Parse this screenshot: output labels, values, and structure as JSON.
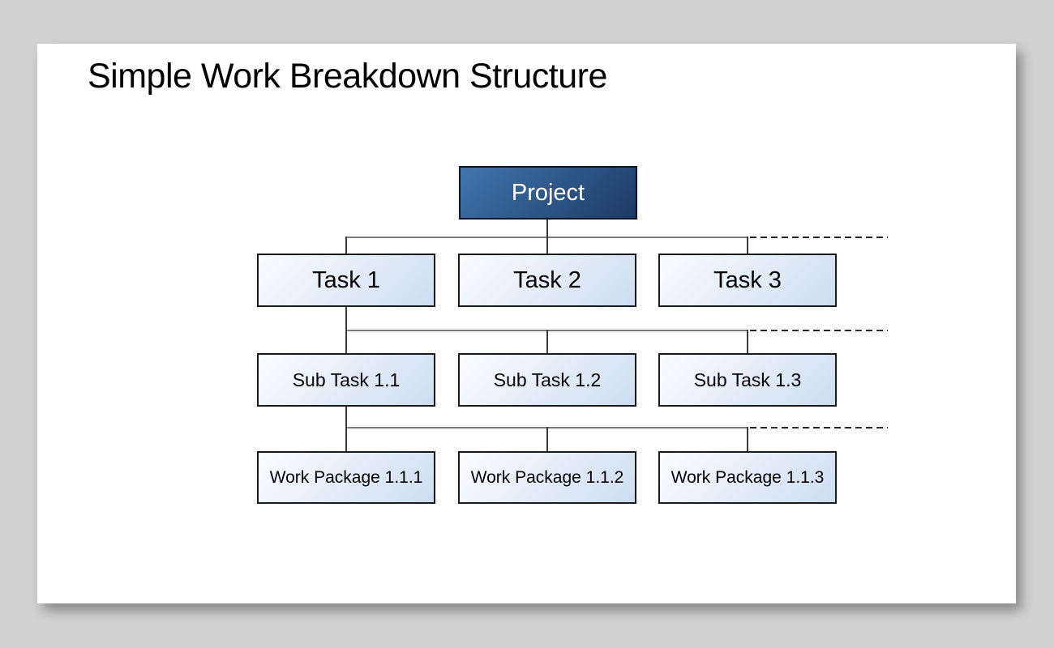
{
  "title": "Simple Work Breakdown Structure",
  "tree": {
    "root": {
      "label": "Project"
    },
    "level1": [
      {
        "label": "Task 1"
      },
      {
        "label": "Task 2"
      },
      {
        "label": "Task 3"
      }
    ],
    "level2": [
      {
        "label": "Sub Task 1.1"
      },
      {
        "label": "Sub Task 1.2"
      },
      {
        "label": "Sub Task 1.3"
      }
    ],
    "level3": [
      {
        "label": "Work Package 1.1.1"
      },
      {
        "label": "Work Package 1.1.2"
      },
      {
        "label": "Work Package 1.1.3"
      }
    ]
  },
  "colors": {
    "page_bg": "#d2d2d2",
    "slide_bg": "#ffffff",
    "title_text": "#000000",
    "project_grad_start": "#4076ad",
    "project_grad_end": "#1c3a66",
    "project_border": "#0d1526",
    "project_text": "#ffffff",
    "node_grad_start": "#fbfdff",
    "node_grad_end": "#cdddf2",
    "node_border": "#1a1a1a",
    "node_text": "#000000",
    "connector": "#7a7a7a",
    "connector_vertical": "#3a3a3a",
    "dashed": "#262626"
  }
}
